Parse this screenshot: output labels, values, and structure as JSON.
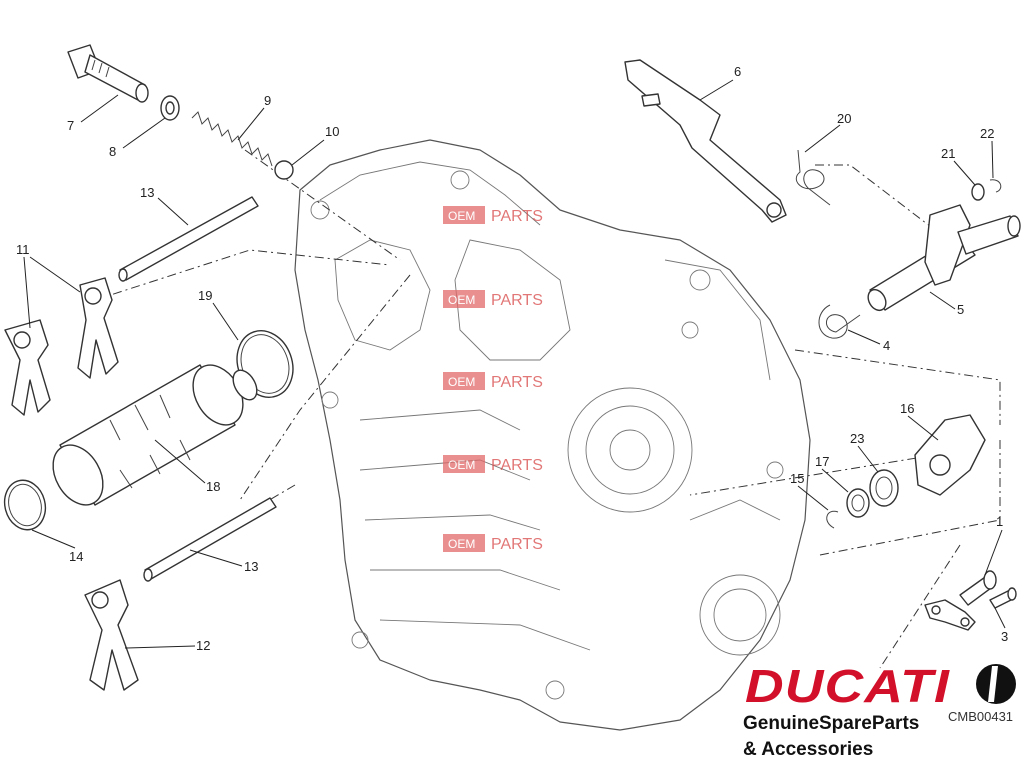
{
  "callouts": [
    "1",
    "3",
    "4",
    "5",
    "6",
    "7",
    "8",
    "9",
    "10",
    "11",
    "12",
    "13",
    "13",
    "14",
    "15",
    "16",
    "17",
    "18",
    "19",
    "20",
    "21",
    "22",
    "23"
  ],
  "watermark": {
    "oem": "OEM",
    "parts": "PARTS",
    "color": "#d94a4a"
  },
  "branding": {
    "logo": "DUCATI",
    "tagline_line1": "GenuineSpareParts",
    "tagline_line2": "& Accessories",
    "brand_color": "#d2102a"
  },
  "drawing_ref": "CMB00431"
}
